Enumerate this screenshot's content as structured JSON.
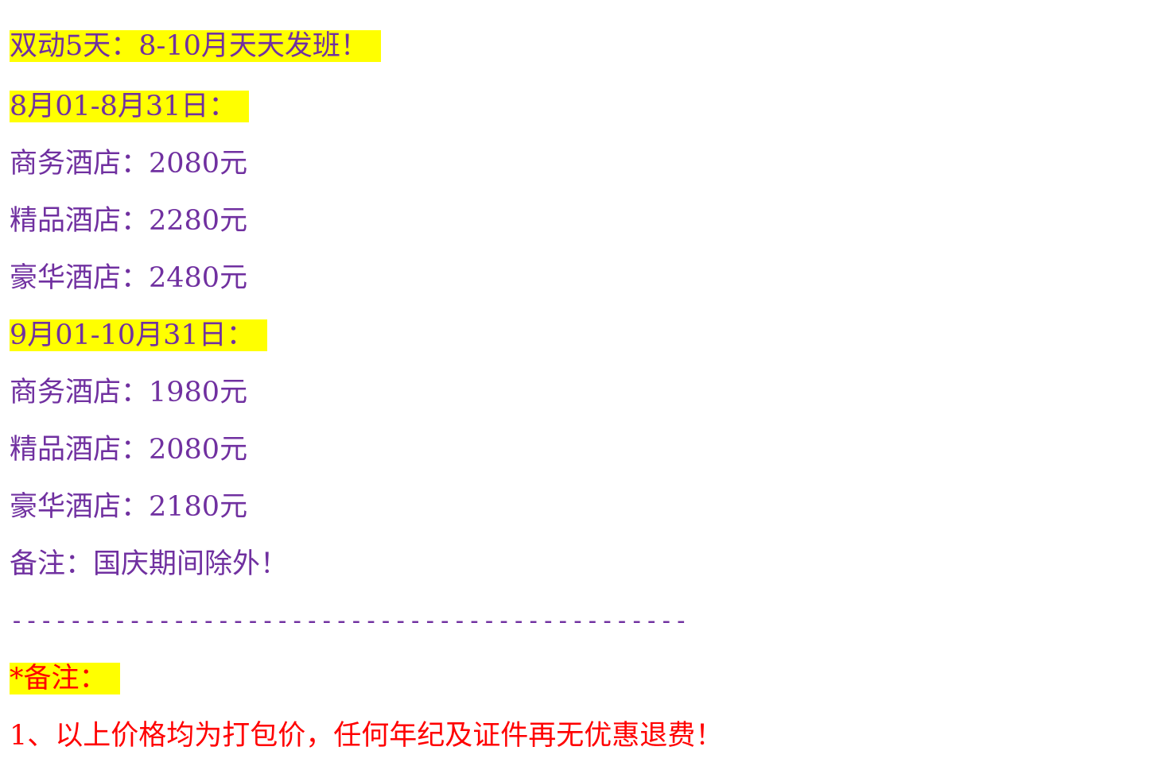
{
  "header": {
    "headline": "双动5天：8-10月天天发班！"
  },
  "period_1": {
    "label": "8月01-8月31日：",
    "prices": [
      "商务酒店：2080元",
      "精品酒店：2280元",
      "豪华酒店：2480元"
    ]
  },
  "period_2": {
    "label": "9月01-10月31日：",
    "prices": [
      "商务酒店：1980元",
      "精品酒店：2080元",
      "豪华酒店：2180元"
    ],
    "note": "备注：国庆期间除外！"
  },
  "divider": "----------------------------------------------",
  "remarks": {
    "title": "*备注：",
    "items": [
      "1、以上价格均为打包价，任何年纪及证件再无优惠退费！"
    ]
  },
  "colors": {
    "highlight": "#ffff00",
    "purple_text": "#7030a0",
    "red_text": "#ff0000"
  }
}
